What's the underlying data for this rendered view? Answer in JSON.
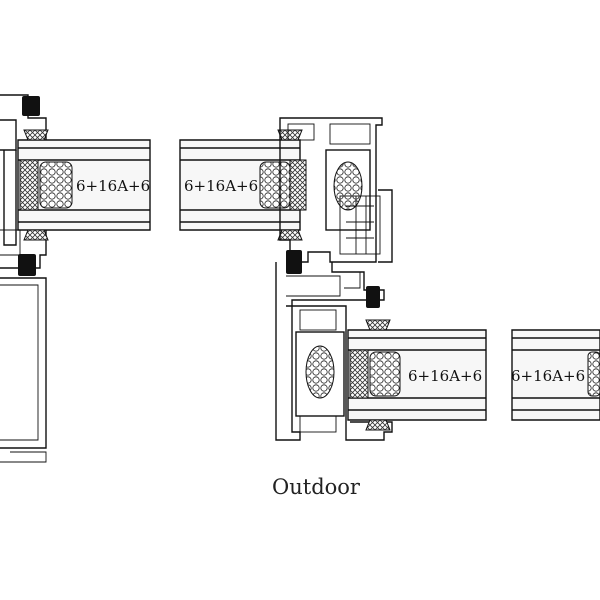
{
  "diagram": {
    "glass_labels": [
      "6+16A+6",
      "6+16A+6",
      "6+16A+6",
      "6+16A+6"
    ],
    "caption": "Outdoor"
  }
}
